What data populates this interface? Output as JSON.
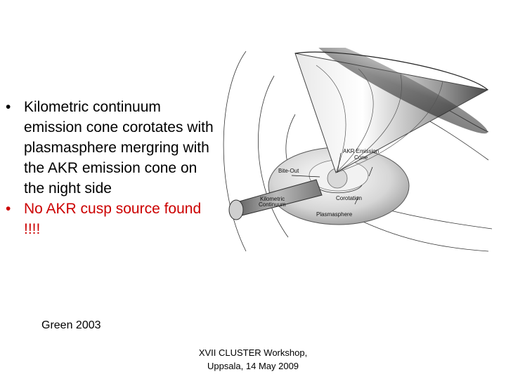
{
  "bullets": [
    {
      "text": "Kilometric continuum emission cone corotates with plasmasphere mergring with the AKR emission cone on the night side",
      "color": "#000000"
    },
    {
      "text": "No AKR cusp source found !!!!",
      "color": "#cc0000"
    }
  ],
  "bullet_glyph": "•",
  "citation": "Green 2003",
  "footer": {
    "line1": "XVII CLUSTER Workshop,",
    "line2": "Uppsala, 14 May 2009"
  },
  "diagram": {
    "labels": {
      "akr_line1": "AKR Emission",
      "akr_line2": "Cone",
      "bite_out": "Bite-Out",
      "kc_line1": "Kilometric",
      "kc_line2": "Continuum",
      "corotation": "Corotation",
      "plasmasphere": "Plasmasphere"
    }
  }
}
